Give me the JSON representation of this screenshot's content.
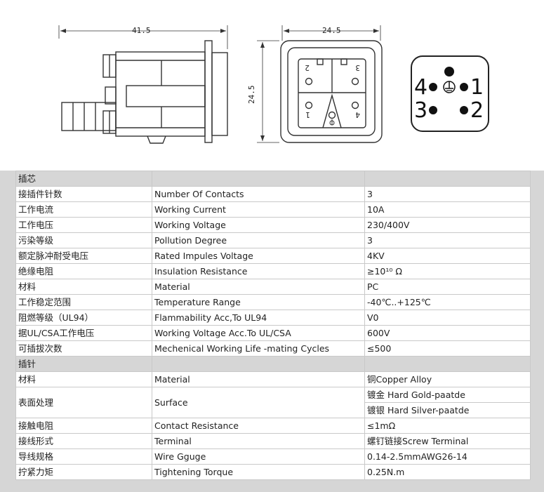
{
  "drawing": {
    "side_width": "41.5",
    "front_width": "24.5",
    "front_height": "24.5",
    "pin_labels": [
      "4",
      "1",
      "3",
      "2"
    ],
    "insert_numbers": [
      "2",
      "3",
      "1",
      "4"
    ]
  },
  "spec": {
    "sections": [
      {
        "title": "插芯",
        "rows": [
          {
            "cn": "接插件针数",
            "en": "Number Of Contacts",
            "val": [
              "3"
            ]
          },
          {
            "cn": "工作电流",
            "en": "Working Current",
            "val": [
              "10A"
            ]
          },
          {
            "cn": "工作电压",
            "en": "Working Voltage",
            "val": [
              "230/400V"
            ]
          },
          {
            "cn": "污染等级",
            "en": "Pollution Degree",
            "val": [
              "3"
            ]
          },
          {
            "cn": "额定脉冲耐受电压",
            "en": "Rated Impules Voltage",
            "val": [
              "4KV"
            ]
          },
          {
            "cn": "绝缘电阻",
            "en": "Insulation Resistance",
            "val": [
              "≥10¹⁰ Ω"
            ]
          },
          {
            "cn": "材料",
            "en": "Material",
            "val": [
              "PC"
            ]
          },
          {
            "cn": "工作稳定范围",
            "en": "Temperature Range",
            "val": [
              "-40℃..+125℃"
            ]
          },
          {
            "cn": "阻燃等级（UL94）",
            "en": "Flammability Acc,To UL94",
            "val": [
              "V0"
            ]
          },
          {
            "cn": "据UL/CSA工作电压",
            "en": "Working Voltage Acc.To UL/CSA",
            "val": [
              "600V"
            ]
          },
          {
            "cn": "可插拔次数",
            "en": "Mechenical Working Life -mating Cycles",
            "val": [
              "≤500"
            ]
          }
        ]
      },
      {
        "title": "插针",
        "rows": [
          {
            "cn": "材料",
            "en": "Material",
            "val": [
              "铜Copper Alloy"
            ]
          },
          {
            "cn": "表面处理",
            "en": "Surface",
            "val": [
              "镀金 Hard Gold-paatde",
              "镀银 Hard Silver-paatde"
            ]
          },
          {
            "cn": "接触电阻",
            "en": "Contact Resistance",
            "val": [
              "≤1mΩ"
            ]
          },
          {
            "cn": "接线形式",
            "en": "Terminal",
            "val": [
              "螺钉链接Screw Terminal"
            ]
          },
          {
            "cn": "导线规格",
            "en": "Wire Gguge",
            "val": [
              "0.14-2.5mmAWG26-14"
            ]
          },
          {
            "cn": "拧紧力矩",
            "en": "Tightening Torque",
            "val": [
              "0.25N.m"
            ]
          }
        ]
      }
    ]
  }
}
